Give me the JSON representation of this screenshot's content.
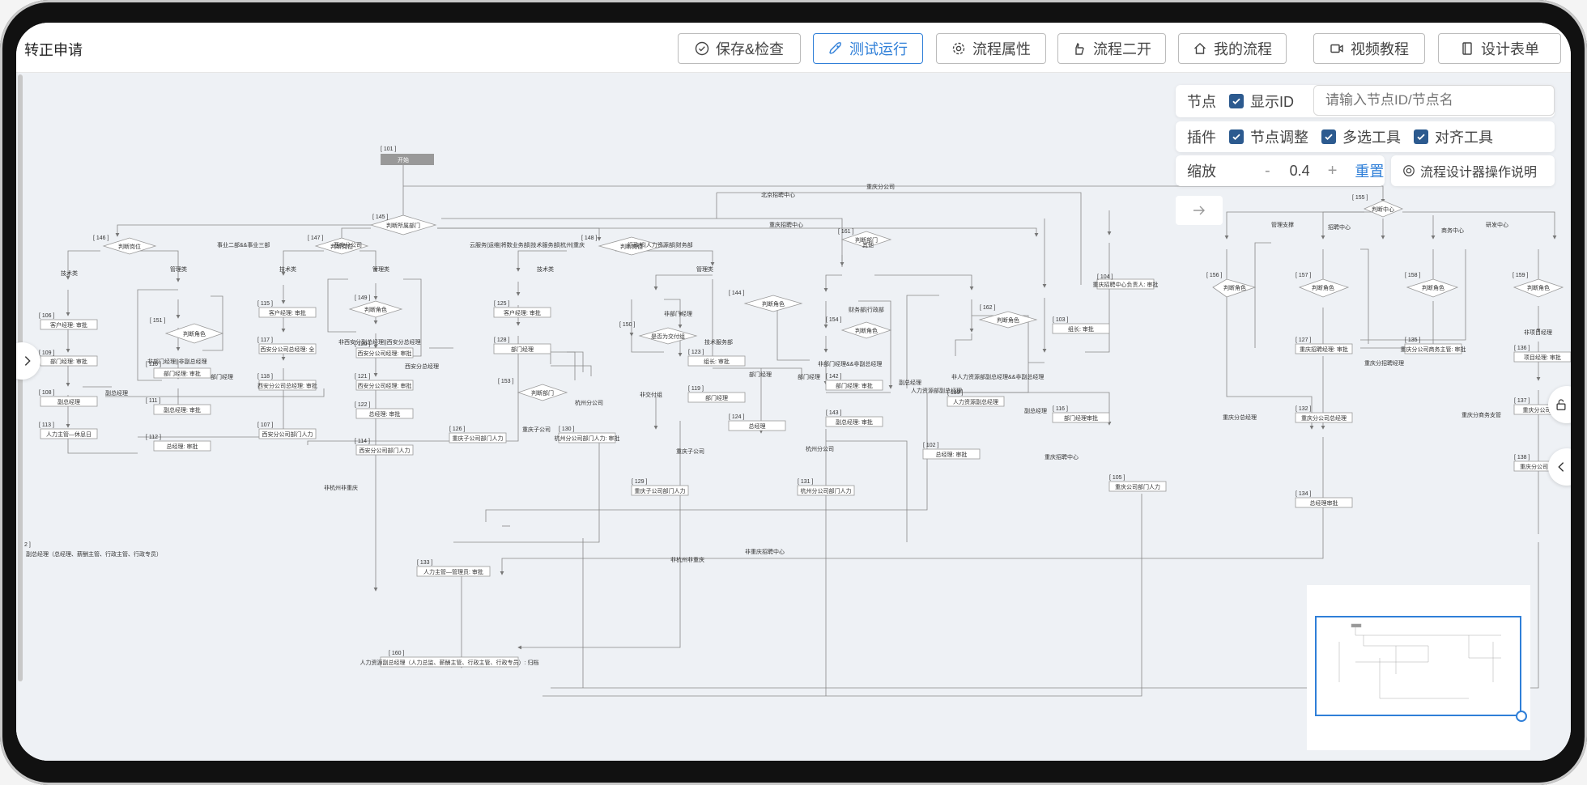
{
  "app": {
    "title": "转正申请"
  },
  "toolbar": {
    "save_check": "保存&检查",
    "test_run": "测试运行",
    "flow_props": "流程属性",
    "flow_dev": "流程二开",
    "my_flows": "我的流程",
    "video_tutorial": "视频教程",
    "design_form": "设计表单"
  },
  "panel": {
    "node_label": "节点",
    "show_id": "显示ID",
    "search_placeholder": "请输入节点ID/节点名",
    "plugin_label": "插件",
    "node_adjust": "节点调整",
    "multi_select": "多选工具",
    "align_tool": "对齐工具",
    "zoom_label": "缩放",
    "zoom_minus": "-",
    "zoom_value": "0.4",
    "zoom_plus": "+",
    "reset": "重置",
    "help": "流程设计器操作说明"
  },
  "flow": {
    "ids": [
      "[ 101 ]",
      "[ 145 ]",
      "[ 146 ]",
      "[ 147 ]",
      "[ 148 ]",
      "[ 161 ]",
      "[ 104 ]",
      "[ 155 ]",
      "[ 156 ]",
      "[ 157 ]",
      "[ 158 ]",
      "[ 159 ]",
      "[ 106 ]",
      "[ 109 ]",
      "[ 108 ]",
      "[ 113 ]",
      "[ 151 ]",
      "[ 110 ]",
      "[ 111 ]",
      "[ 112 ]",
      "[ 115 ]",
      "[ 117 ]",
      "[ 118 ]",
      "[ 107 ]",
      "[ 149 ]",
      "[ 120 ]",
      "[ 121 ]",
      "[ 122 ]",
      "[ 114 ]",
      "[ 125 ]",
      "[ 128 ]",
      "[ 153 ]",
      "[ 126 ]",
      "[ 130 ]",
      "[ 144 ]",
      "[ 150 ]",
      "[ 123 ]",
      "[ 119 ]",
      "[ 124 ]",
      "[ 129 ]",
      "[ 131 ]",
      "[ 154 ]",
      "[ 142 ]",
      "[ 143 ]",
      "[ 162 ]",
      "[ 139 ]",
      "[ 102 ]",
      "[ 103 ]",
      "[ 116 ]",
      "[ 105 ]",
      "[ 127 ]",
      "[ 132 ]",
      "[ 134 ]",
      "[ 135 ]",
      "[ 136 ]",
      "[ 137 ]",
      "[ 138 ]",
      "[ 133 ]",
      "[ 160 ]",
      "2 ]"
    ],
    "start": "开始",
    "nodes": {
      "n145": "判断所属部门",
      "n146": "判断岗位",
      "n147": "判断岗位",
      "n148": "判断岗位",
      "n161": "判断部门",
      "n104": "重庆招聘中心负责人: 审批",
      "n155": "判断中心",
      "n156": "判断角色",
      "n157": "判断角色",
      "n158": "判断角色",
      "n159": "判断角色",
      "n106": "客户经理: 审批",
      "n109": "部门经理: 审批",
      "n108": "副总经理",
      "n113": "人力主管—休息日",
      "n151": "判断角色",
      "n110": "部门经理: 审批",
      "n111": "副总经理: 审批",
      "n112": "总经理: 审批",
      "n115": "客户经理: 审批",
      "n117": "西安分公司总经理: 全",
      "n118": "西安分公司总经理: 审批",
      "n107": "西安分公司部门人力",
      "n149": "判断角色",
      "n120": "西安分公司经理: 审批",
      "n121": "西安分公司经理: 审批",
      "n122": "总经理: 审批",
      "n114": "西安分公司部门人力",
      "n125": "客户经理: 审批",
      "n128": "部门经理",
      "n153": "判断部门",
      "n126": "重庆子公司部门人力",
      "n130": "杭州分公司部门人力: 审批",
      "n144": "判断角色",
      "n150": "是否为交付组",
      "n123": "组长: 审批",
      "n119": "部门经理",
      "n124": "总经理",
      "n129": "重庆子公司部门人力",
      "n131": "杭州分公司部门人力",
      "n154": "判断角色",
      "n142": "部门经理: 审批",
      "n143": "副总经理: 审批",
      "n162": "判断角色",
      "n139": "人力资源副总经理",
      "n102": "总经理: 审批",
      "n103": "组长: 审批",
      "n116": "部门经理审批",
      "n105": "重庆公司部门人力",
      "n127": "重庆招聘经理: 审批",
      "n132": "重庆分公司总经理",
      "n134": "总经理审批",
      "n135": "重庆分公司商务主管: 审批",
      "n136": "项目经理: 审批",
      "n137": "重庆分公司部门",
      "n138": "重庆分公司部门人",
      "n133": "人力主管—管理员: 审批",
      "n160": "人力资源副总经理（人力总监、薪酬主管、行政主管、行政专员）: 归档",
      "nBottomLeft": "副总经理（总经理、薪酬主管、行政主管、行政专员）"
    },
    "edges": {
      "e_chongqing_sub": "重庆分公司",
      "e_beijing_recruit": "北京招聘中心",
      "e_chongqing_recruit": "重庆招聘中心",
      "e_biz_dept": "事业二部&&事业三部",
      "e_xian": "西安分公司",
      "e_cloud": "云服务|运维|将数业务部|技术服务部|杭州|重庆",
      "e_admin": "行政部|人力资源部|财务部",
      "e_other": "其他",
      "e_tech1": "技术类",
      "e_mgmt1": "管理类",
      "e_tech2": "技术类",
      "e_mgmt2": "管理类",
      "e_tech3": "技术类",
      "e_mgmt3": "管理类",
      "e_nondept_nondeputy": "非部门经理||非副总经理",
      "e_deputy": "副总经理",
      "e_deptmgr": "部门经理",
      "e_xian_non": "非西安分副总经理||西安分总经理",
      "e_xian_deputy": "西安分总经理",
      "e_hangzhou": "杭州分公司",
      "e_chongqing_sub2": "重庆子公司",
      "e_nonhz_nonqc": "非杭州非重庆",
      "e_nondeptmgr": "非部门经理",
      "e_techservice": "技术服务部",
      "e_delivery": "交付组",
      "e_nondelivery": "非交付组",
      "e_deptmgr2": "部门经理",
      "e_chongqing_sub3": "重庆子公司",
      "e_hangzhou2": "杭州分公司",
      "e_finance_admin": "财务部|行政部",
      "e_nondept_deputy": "非部门经理&&非副总经理",
      "e_deptmgr3": "部门经理",
      "e_deputy2": "副总经理",
      "e_hr_deputy": "人力资源部副总经理",
      "e_nonhr": "非人力资源部副总经理&&非副总经理",
      "e_deputy3": "副总经理",
      "e_cq_recruit2": "重庆招聘中心",
      "e_nonchongqing": "非重庆招聘中心",
      "e_nonhz2": "非杭州非重庆",
      "e_mgmt_support": "管理支撑",
      "e_recruit_center": "招聘中心",
      "e_biz_center": "商务中心",
      "e_rd_center": "研发中心",
      "e_cq_deputy": "重庆分总经理",
      "e_cq_recruit_mgr": "重庆分招聘经理",
      "e_cq_biz": "重庆分商务支管",
      "e_nonproject": "非项目经理"
    }
  }
}
